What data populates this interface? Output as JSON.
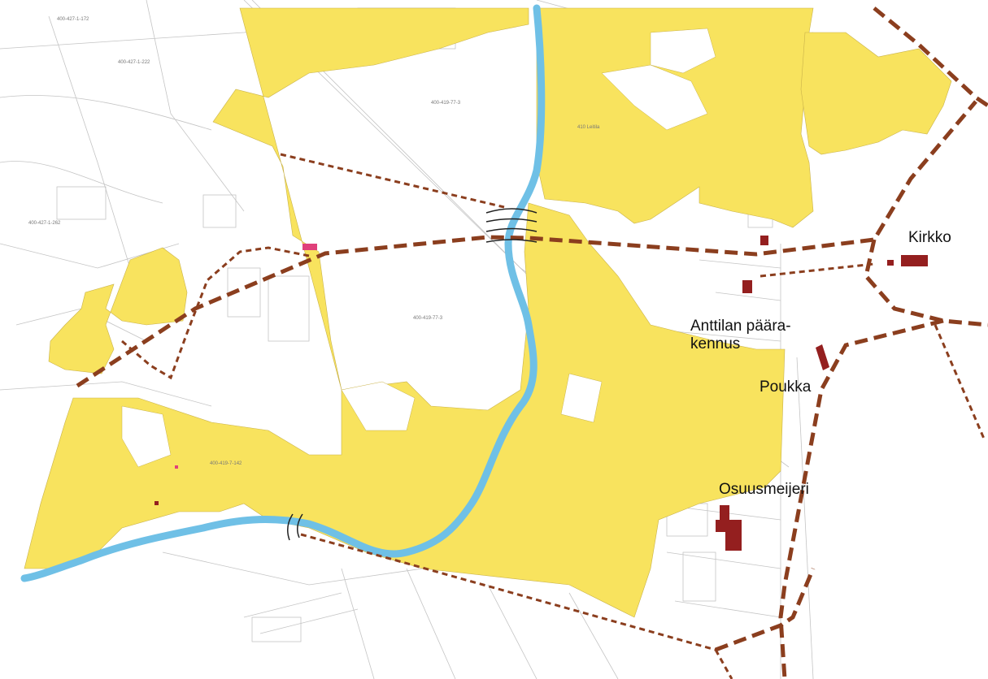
{
  "labels": {
    "kirkko": "Kirkko",
    "anttila": "Anttilan päära-\nkennus",
    "poukka": "Poukka",
    "osuusmeijeri": "Osuusmeijeri"
  },
  "parcel_labels": [
    "400-427-1-172",
    "400-427-1-222",
    "400-419-77-3",
    "410 Leitila",
    "400-427-1-262",
    "400-419-77-3",
    "400-419-7-142"
  ],
  "colors": {
    "parcel_fill": "#f8e35e",
    "river": "#6fc0e6",
    "trail": "#8b3e1e",
    "building": "#941f1f",
    "marker_pink": "#e0407a",
    "basemap_line": "#bdbdbd"
  },
  "icons": [
    "bridge-symbol-icon",
    "building-icon"
  ]
}
